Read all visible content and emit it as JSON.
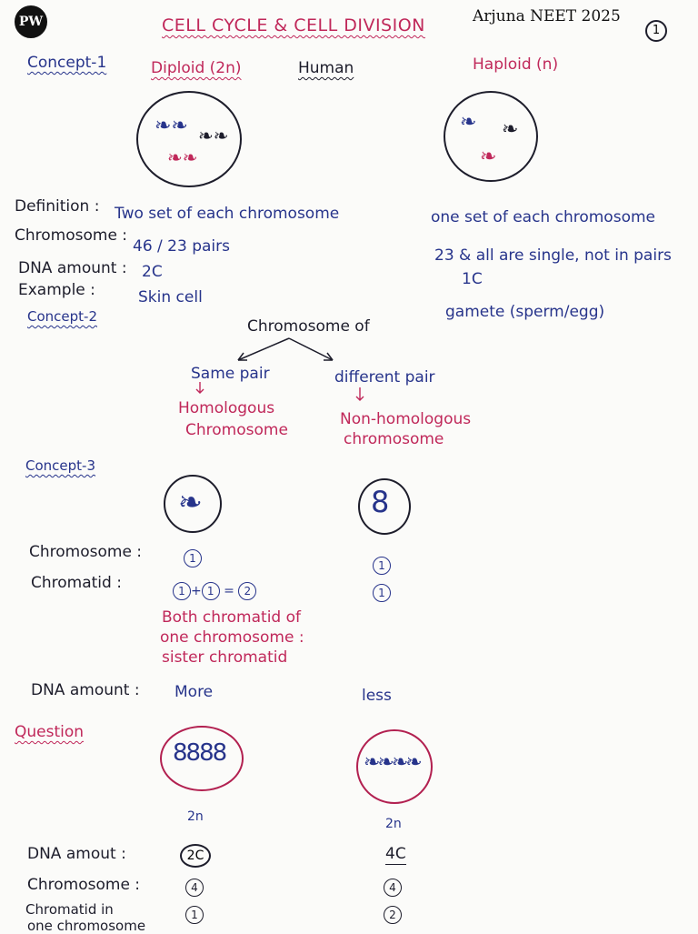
{
  "header": {
    "logo_text": "PW",
    "title": "CELL CYCLE & CELL DIVISION",
    "brand": "Arjuna NEET 2025",
    "page_no": "1"
  },
  "concept1": {
    "label": "Concept-1",
    "diploid_heading": "Diploid (2n)",
    "human_heading": "Human",
    "haploid_heading": "Haploid (n)",
    "rows": [
      {
        "label": "Definition :",
        "diploid": "Two set of each chromosome",
        "haploid": "one set of each chromosome"
      },
      {
        "label": "Chromosome :",
        "diploid": "46 / 23 pairs",
        "haploid": "23 & all are single, not in pairs"
      },
      {
        "label": "DNA amount :",
        "diploid": "2C",
        "haploid": "1C"
      },
      {
        "label": "Example :",
        "diploid": "Skin cell",
        "haploid": "gamete (sperm/egg)"
      }
    ]
  },
  "concept2": {
    "label": "Concept-2",
    "root": "Chromosome of",
    "left_branch": "Same pair",
    "left_result_1": "Homologous",
    "left_result_2": "Chromosome",
    "right_branch": "different pair",
    "right_result_1": "Non-homologous",
    "right_result_2": "chromosome"
  },
  "concept3": {
    "label": "Concept-3",
    "chromosome_label": "Chromosome :",
    "chromatid_label": "Chromatid :",
    "dna_label": "DNA amount :",
    "left": {
      "chromosome": "1",
      "chromatid_a": "1",
      "chromatid_b": "1",
      "chromatid_sum": "2",
      "dna": "More"
    },
    "right": {
      "chromosome": "1",
      "chromatid": "1",
      "dna": "less"
    },
    "note_1": "Both chromatid of",
    "note_2": "one chromosome :",
    "note_3": "sister chromatid"
  },
  "question": {
    "label": "Question",
    "left_ploidy": "2n",
    "right_ploidy": "2n",
    "rows": [
      {
        "label": "DNA amout :",
        "left": "2C",
        "right": "4C"
      },
      {
        "label": "Chromosome :",
        "left": "4",
        "right": "4"
      },
      {
        "label": "Chromatid in",
        "left": "1",
        "right": "2"
      }
    ],
    "row3_label_2": "one chromosome"
  },
  "colors": {
    "ink_black": "#1d1d2b",
    "ink_blue": "#27348b",
    "ink_red": "#c0285a"
  }
}
